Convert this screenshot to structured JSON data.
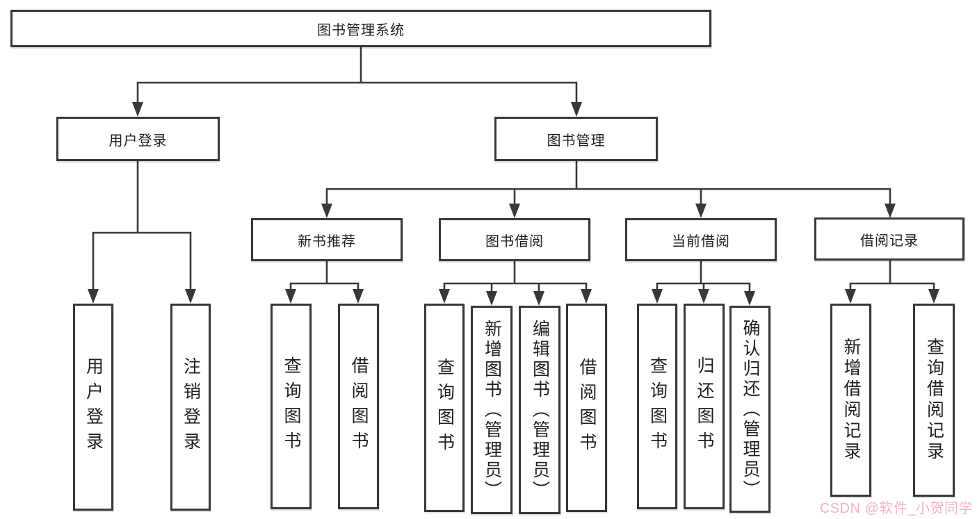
{
  "diagram": {
    "type": "hierarchy-tree",
    "nodes": {
      "root": "图书管理系统",
      "login": "用户登录",
      "mgmt": "图书管理",
      "login_children": [
        "用户登录",
        "注销登录"
      ],
      "mgmt_children": [
        "新书推荐",
        "图书借阅",
        "当前借阅",
        "借阅记录"
      ],
      "newbook_children": [
        "查询图书",
        "借阅图书"
      ],
      "borrow_children": [
        "查询图书",
        "新增图书（管理员）",
        "编辑图书（管理员）",
        "借阅图书"
      ],
      "current_children": [
        "查询图书",
        "归还图书",
        "确认归还（管理员）"
      ],
      "record_children": [
        "新增借阅记录",
        "查询借阅记录"
      ]
    }
  },
  "watermark": {
    "text": "CSDN @软件_小贺同学",
    "color": "#f3b5bb"
  },
  "colors": {
    "line": "#383838",
    "box_border": "#383838",
    "box_fill": "#ffffff",
    "text": "#1f1f1f",
    "background": "#ffffff"
  }
}
